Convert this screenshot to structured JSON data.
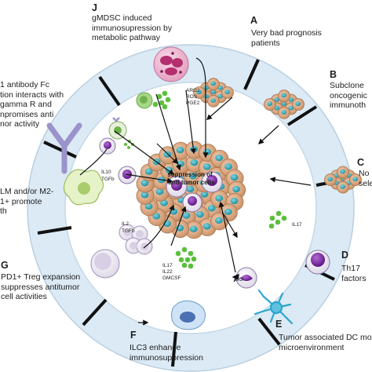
{
  "letters": {
    "a": "A",
    "b": "B",
    "c": "C",
    "d": "D",
    "e": "E",
    "f": "F",
    "g": "G",
    "j": "J"
  },
  "labels": {
    "j": [
      "gMDSC induced",
      "immunosupression by",
      "metabolic pathway"
    ],
    "a": [
      "Very bad prognosis",
      "patients"
    ],
    "b": [
      "Subclone",
      "oncogenic",
      "immunoth"
    ],
    "c": [
      "No",
      "sele"
    ],
    "d": [
      "Th17",
      "factors"
    ],
    "e": [
      "Tumor associated DC mod",
      "microenvironment"
    ],
    "f": [
      "ILC3 enhance",
      "immunosuppression"
    ],
    "g": [
      "PD1+  Treg    expansion",
      "suppresses      antitumor",
      "cell activities"
    ],
    "i": [
      "LM and/or M2-",
      "1+      promote",
      "th"
    ],
    "h": [
      "1    antibody    Fc",
      "tion interacts with",
      "gamma    R    and",
      "npromises      anti",
      "nor activity"
    ]
  },
  "center_label": [
    "suppression of",
    "anti tumor cells"
  ],
  "factors": {
    "gmdsc": [
      "ARG1",
      "ROS",
      "PGE2"
    ],
    "mac": [
      "IL10",
      "TGFb"
    ],
    "treg": [
      "IL2",
      "TGFb"
    ],
    "th17": "IL17",
    "ilc3": [
      "IL17",
      "IL22",
      "GMCSF"
    ],
    "dc": "IDO"
  },
  "colors": {
    "ring": "#dbeaf5",
    "ring_stroke": "#b9cfe0",
    "divider": "#111111",
    "tumor": "#d4a57c",
    "tumor_edge": "#a77650",
    "nucleus": "#2fa9b9",
    "dots": "#5cbf3c",
    "purple": "#8a2db0",
    "pink": "#e6a0c6",
    "antibody": "#9b93c9"
  }
}
